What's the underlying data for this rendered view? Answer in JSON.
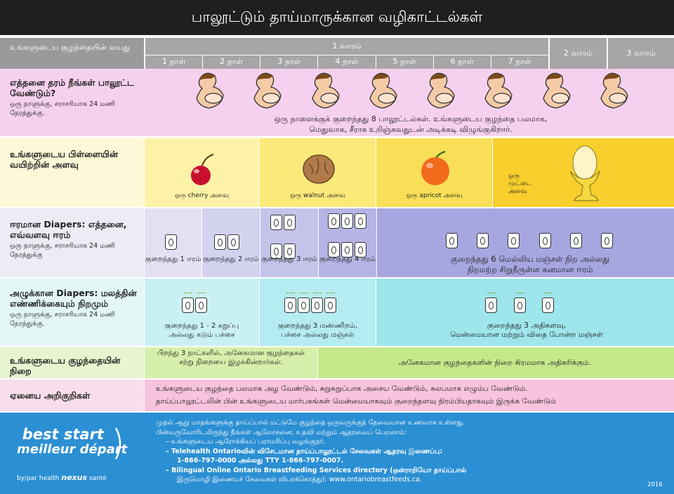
{
  "title": "பாலூட்டும் தாய்மாருக்கான வழிகாட்டல்கள்",
  "header": {
    "age_label": "உங்களுடைய குழந்தையின் வயது",
    "week1": "1 வாரம்",
    "week2": "2 வாரம்",
    "week3": "3 வாரம்",
    "days": [
      "1 நாள்",
      "2 நாள்",
      "3 நாள்",
      "4 நாள்",
      "5 நாள்",
      "6 நாள்",
      "7 நாள்"
    ]
  },
  "feeding": {
    "heading": "எத்தனை தரம் நீங்கள் பாலூட்ட வேண்டும்?",
    "sub": "ஒரு நாளுக்கு, சராசரியாக 24 மணி நேரத்துக்கு.",
    "text1": "ஒரு நாளைக்குக் குறைந்தது 8 பாலூட்டல்கள். உங்களுடைய குழந்தை பலமாக,",
    "text2": "மெதுவாக, சீராக உறிஞ்சுவதுடன் அடிக்கடி விழுங்குகிறார்."
  },
  "stomach": {
    "heading": "உங்களுடைய பிள்ளையின் வயிற்றின் அளவு",
    "cherry": "ஒரு cherry அளவு",
    "walnut": "ஒரு walnut அளவு",
    "apricot": "ஒரு apricot அளவு",
    "egg": "ஒரு முட்டை அளவு",
    "colors": {
      "cherry": "#c8102e",
      "walnut": "#b07a4a",
      "apricot": "#f26a1b",
      "egg": "#f5d840"
    }
  },
  "wet": {
    "heading": "ஈரமான Diapers: எத்தனை, எவ்வளவு ஈரம்",
    "sub": "ஒரு நாளுக்கு, சராசரியாக 24 மணி நேரத்துக்கு",
    "d1": "குறைந்தது 1 ஈரம்",
    "d2": "குறைந்தது 2 ஈரம்",
    "d3": "குறைந்தது 3 ஈரம்",
    "d4": "குறைந்தது 4 ஈரம்",
    "rest1": "குறைந்தது 6 மெல்லிய மஞ்சள் நிற அல்லது",
    "rest2": "நிறமற்ற சிறுநீருள்ள கனமான ஈரம்"
  },
  "dirty": {
    "heading": "அழுக்கான Diapers: மலத்தின் எண்ணிக்கையும் நிறமும்",
    "sub": "ஒரு நாளுக்கு, சராசரியாக 24 மணி நேரத்துக்கு.",
    "a1": "குறைந்தது 1 - 2 கறுப்பு",
    "a2": "அல்லது கடும் பச்சை",
    "b1": "குறைந்தது 3 மண்ணிறம்,",
    "b2": "பச்சை அல்லது மஞ்சள்",
    "c1": "குறைந்தது 3 அதிகளவு,",
    "c2": "மென்மையான மற்றும் விதை போன்ற மஞ்சள்"
  },
  "weight": {
    "heading": "உங்களுடைய குழந்தையின் நிறை",
    "a": "பிறந்து 3 நாட்களில், அனேகமான குழந்தைகள் சற்று நிறையை இழக்கின்றார்கள்.",
    "b": "அனேகமான குழந்தைகளின் நிறை கிரமமாக அதிகரிக்கும்."
  },
  "other": {
    "heading": "ஏனைய அறிகுறிகள்",
    "l1": "உங்களுடைய குழந்தை பலமாக அழ வேண்டும், சுறுசுறுப்பாக அசைய வேண்டும், சுலபமாக எழும்ப வேண்டும்.",
    "l2": "தாய்ப்பாலூட்டலின் பின் உங்களுடைய மார்பகங்கள் மென்மையாகவும் குறைந்தளவு நிரம்பியதாகவும் இருக்க வேண்டும்"
  },
  "footer": {
    "logo1": "best start",
    "logo2": "meilleur départ",
    "by": "by/par health",
    "nexus": "nexus",
    "sante": "santé",
    "year": "2016",
    "p1": "முதல் ஆறு மாதங்களுக்கு தாய்ப்பால் மட்டுமே குழந்தை ஒருவருக்குத் தேவையான உணவாக உள்ளது.",
    "p2": "பின்வருவோரிடமிருந்து நீங்கள் ஆலோசனை, உதவி மற்றும் ஆதரவைப் பெறலாம்:",
    "b1": "– உங்களுடைய ஆரோக்கியப் பராமரிப்பு வழங்குநர்.",
    "b2a": "– Telehealth Ontarioவின் விசேடமான தாய்ப்பாலூட்டல் சேவைகள் ஆதரவு இணைப்பு:",
    "b2b": "1-866-797-0000 அல்லது TTY 1-866-797-0007.",
    "b3a": "– Bilingual Online Ontario Breastfeeding Services directory (ஒன்ராறியோ தாய்ப்பால்",
    "b3b": "இருமொழி இணையச் சேவைகள் விபரக்கொத்து): www.ontariobreastfeeds.ca."
  }
}
